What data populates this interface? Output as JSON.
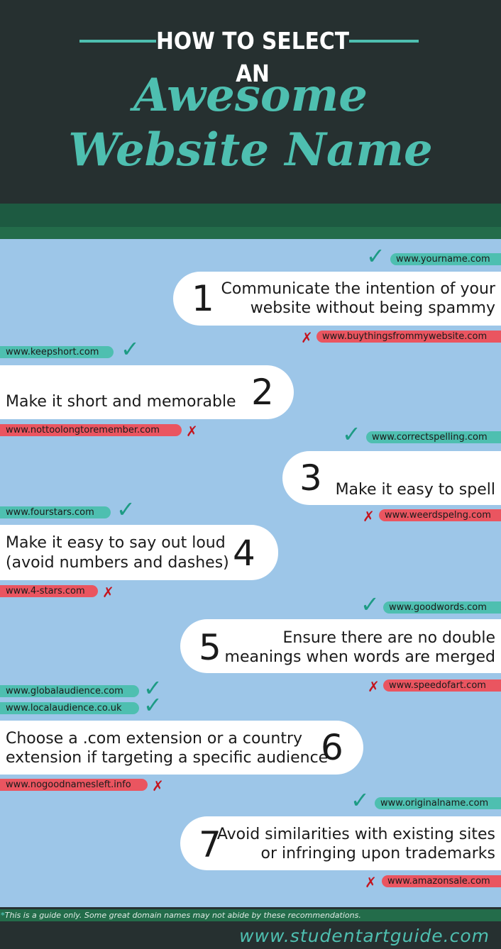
{
  "header": {
    "top_title": "HOW TO SELECT AN",
    "script_line1": "Awesome",
    "script_line2": "Website Name"
  },
  "tips": [
    {
      "number": "1",
      "line1": "Communicate the intention of your",
      "line2": "website without being spammy",
      "good": "www.yourname.com",
      "bad": "www.buythingsfrommywebsite.com"
    },
    {
      "number": "2",
      "line1": "Make it short and memorable",
      "good": "www.keepshort.com",
      "bad": "www.nottoolongtoremember.com"
    },
    {
      "number": "3",
      "line1": "Make it easy to spell",
      "good": "www.correctspelling.com",
      "bad": "www.weerdspelng.com"
    },
    {
      "number": "4",
      "line1": "Make it easy to say out loud",
      "line2": "(avoid numbers and dashes)",
      "good": "www.fourstars.com",
      "bad": "www.4-stars.com"
    },
    {
      "number": "5",
      "line1": "Ensure there are no double",
      "line2": "meanings when words are merged",
      "good": "www.goodwords.com",
      "bad": "www.speedofart.com"
    },
    {
      "number": "6",
      "line1": "Choose a .com extension or a country",
      "line2": "extension if targeting a specific audience",
      "good": "www.globalaudience.com",
      "good2": "www.localaudience.co.uk",
      "bad": "www.nogoodnamesleft.info"
    },
    {
      "number": "7",
      "line1": "Avoid similarities with existing sites",
      "line2": "or infringing upon trademarks",
      "good": "www.originalname.com",
      "bad": "www.amazonsale.com"
    }
  ],
  "footer": {
    "note": "This is a guide only. Some great domain names may not abide by these recommendations.",
    "note_star": "*",
    "site": "www.studentartguide.com"
  },
  "icons": {
    "check": "check-icon",
    "cross": "cross-icon"
  },
  "colors": {
    "dark": "#263030",
    "teal": "#4ebfb0",
    "green": "#236c4a",
    "blue": "#9dc6e8",
    "red": "#ea5560"
  }
}
